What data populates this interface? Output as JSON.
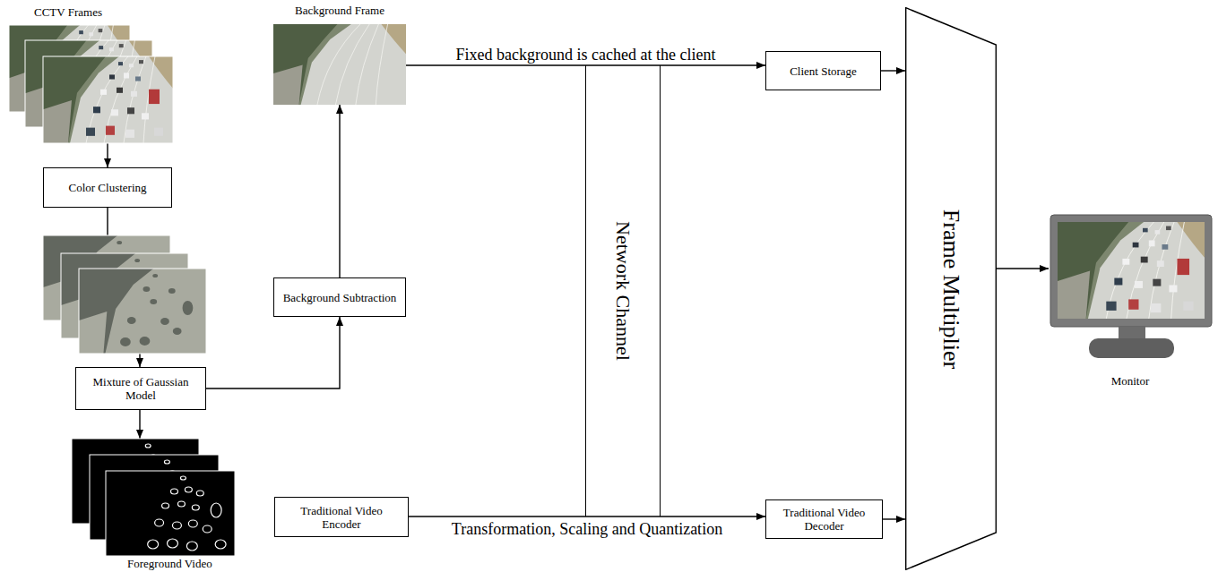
{
  "diagram": {
    "nodes": [
      {
        "text": [
          "CCTV Frames"
        ]
      },
      {
        "text": [
          "Color Clustering"
        ]
      },
      {
        "text": [
          "Mixture of Gaussian Model"
        ]
      },
      {
        "text": [
          "Foreground Video"
        ]
      },
      {
        "text": [
          "Background Subtraction"
        ]
      },
      {
        "text": [
          "Background Frame"
        ]
      },
      {
        "text": [
          "Traditional Video Encoder"
        ]
      },
      {
        "text": [
          "Network Channel"
        ]
      },
      {
        "text": [
          "Client Storage"
        ]
      },
      {
        "text": [
          "Traditional Video Decoder"
        ]
      },
      {
        "text": [
          "Frame Multiplier"
        ]
      },
      {
        "text": [
          "Monitor"
        ]
      }
    ],
    "edges": [
      {
        "from": 0,
        "to": 1,
        "arrow": "to"
      },
      {
        "from": 1,
        "to": 2,
        "arrow": "to"
      },
      {
        "from": 2,
        "to": 3,
        "arrow": "to"
      },
      {
        "from": 2,
        "to": 4,
        "arrow": "to"
      },
      {
        "from": 4,
        "to": 5,
        "arrow": "to"
      },
      {
        "from": 5,
        "to": 8,
        "label": "Fixed background is cached at the client",
        "arrow": "to"
      },
      {
        "from": 6,
        "to": 9,
        "label": "Transformation, Scaling and Quantization",
        "arrow": "to"
      },
      {
        "from": 8,
        "to": 10,
        "arrow": "to"
      },
      {
        "from": 9,
        "to": 10,
        "arrow": "to"
      },
      {
        "from": 10,
        "to": 11,
        "arrow": "to"
      }
    ]
  }
}
